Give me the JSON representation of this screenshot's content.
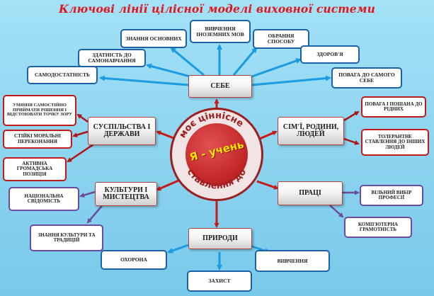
{
  "title": "Ключові лінії цілісної моделі виховної системи",
  "center": {
    "arc_top": "моє ціннісне",
    "arc_bottom": "ставлення до",
    "middle": "Я - учень"
  },
  "main_nodes": {
    "sebe": "СЕБЕ",
    "suspilstva": "СУСПІЛЬСТВА І ДЕРЖАВИ",
    "simi": "СІМ'Ї, РОДИНИ, ЛЮДЕЙ",
    "kultury": "КУЛЬТУРИ І МИСТЕЦТВА",
    "pratsi": "ПРАЦІ",
    "pryrody": "ПРИРОДИ"
  },
  "sebe_items": {
    "znannia": "ЗНАННЯ ОСНОВНИХ",
    "vyvchennia_mov": "ВИВЧЕННЯ ІНОЗЕМНИХ МОВ",
    "obrannia": "ОБРАННЯ СПОСОБУ",
    "zdatnist": "ЗДАТНІСТЬ ДО САМОНАВЧАННЯ",
    "zdorovia": "ЗДОРОВ'Я",
    "samodostatnist": "САМОДОСТАТНІСТЬ",
    "povaga": "ПОВАГА ДО САМОГО СЕБЕ"
  },
  "suspilstva_items": {
    "rishennia": "УМІННЯ САМОСТІЙНО ПРИЙМАТИ РІШЕННЯ І ВІДСТОЮВАТИ ТОЧКУ ЗОРУ",
    "moralni": "СТІЙКІ МОРАЛЬНІ ПЕРЕКОНАННЯ",
    "pozytsiia": "АКТИВНА ГРОМАДСЬКА ПОЗИЦІЯ"
  },
  "simi_items": {
    "povaga_ridnykh": "ПОВАГА І ПОШАНА ДО РІДНИХ",
    "tolerantne": "ТОЛЕРАНТНЕ СТАВЛЕННЯ ДО ІНШИХ ЛЮДЕЙ"
  },
  "kultury_items": {
    "svidomist": "НАЦІОНАЛЬНА СВІДОМІСТЬ",
    "tradytsii": "ЗНАННЯ КУЛЬТУРИ ТА ТРАДИЦІЙ"
  },
  "pratsi_items": {
    "vybir": "ВІЛЬНИЙ ВИБІР ПРОФЕСІЇ",
    "hramotnist": "КОМП'ЮТЕРНА ГРАМОТНІСТЬ"
  },
  "pryrody_items": {
    "okhorona": "ОХОРОНА",
    "vyvchennia": "ВИВЧЕННЯ",
    "zakhyst": "ЗАХИСТ"
  },
  "colors": {
    "title": "#e0161d",
    "arrow_center": "#c81818",
    "arrow_blue": "#1b9be0",
    "arrow_red": "#b01515",
    "arrow_purple": "#6b4aa0",
    "box_blue": "#1d62a8",
    "box_red": "#c01a1a",
    "center_text": "#ffe200"
  }
}
